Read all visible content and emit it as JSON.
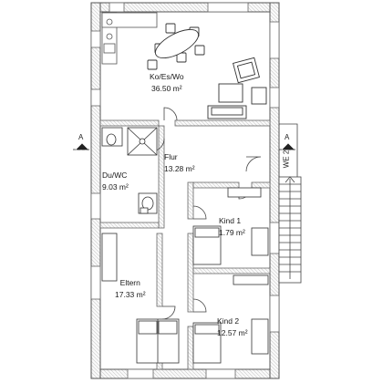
{
  "rooms": {
    "living": {
      "name": "Ko/Es/Wo",
      "area": "36.50 m²"
    },
    "hall": {
      "name": "Flur",
      "area": "13.28 m²"
    },
    "bath": {
      "name": "Du/WC",
      "area": "9.03 m²"
    },
    "kid1": {
      "name": "Kind 1",
      "area": "1.79 m²"
    },
    "parents": {
      "name": "Eltern",
      "area": "17.33 m²"
    },
    "kid2": {
      "name": "Kind 2",
      "area": "12.57 m²"
    }
  },
  "section_marks": {
    "left": "A",
    "right": "A"
  },
  "stair_label": "WE 2"
}
